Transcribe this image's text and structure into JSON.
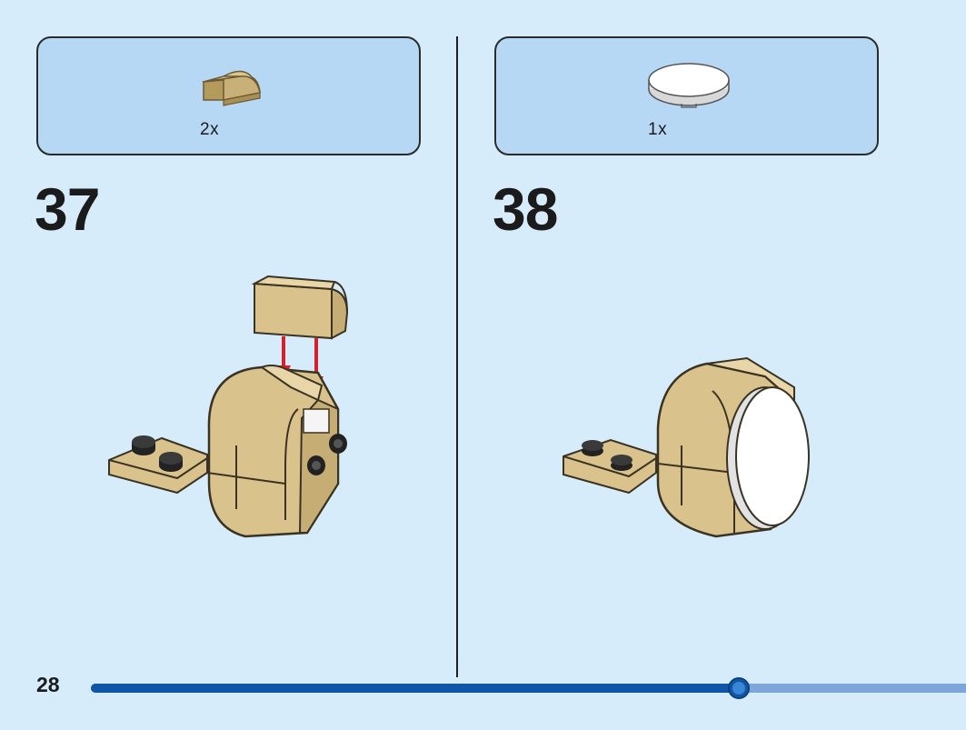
{
  "page": {
    "number": "28",
    "progress": 0.74
  },
  "steps": [
    {
      "number": "37",
      "part": {
        "name": "tan-curved-slope-brick",
        "count": "2x"
      }
    },
    {
      "number": "38",
      "part": {
        "name": "white-round-tile",
        "count": "1x"
      }
    }
  ],
  "colors": {
    "background": "#d6ecfb",
    "parts_box": "#b6d8f4",
    "tan_brick": "#d9c28c",
    "arrow": "#d6202c",
    "progress_fill": "#0e57a8",
    "progress_track": "#7fa6d8"
  }
}
